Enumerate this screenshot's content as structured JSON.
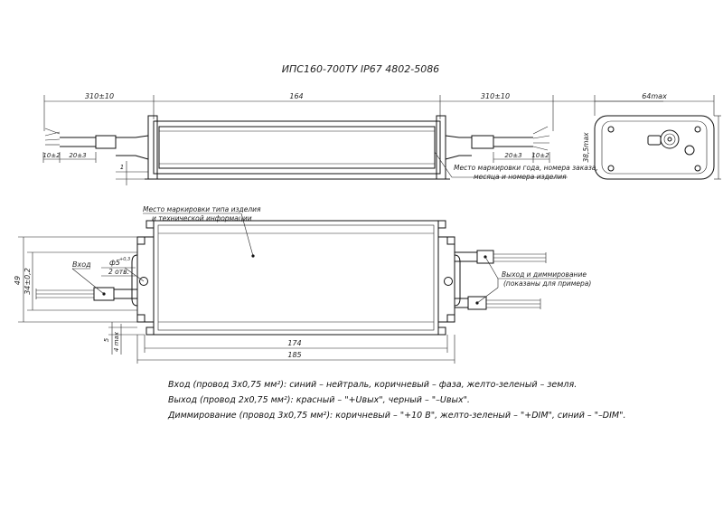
{
  "title": "ИПС160-700ТУ IP67 4802-5086",
  "top_view": {
    "dim_left": "310±10",
    "dim_body": "164",
    "dim_right": "310±10",
    "dim_wire_left_a": "10±2",
    "dim_wire_left_b": "20±3",
    "dim_wire_right_a": "20±3",
    "dim_wire_right_b": "10±2",
    "dim_flange": "1",
    "marking_note_line1": "Место маркировки года, номера заказа,",
    "marking_note_line2": "месяца и номера изделия"
  },
  "end_view": {
    "dim_width": "64max",
    "dim_height": "38,5max"
  },
  "main_view": {
    "label_marking_line1": "Место маркировки типа изделия",
    "label_marking_line2": "и технической информации",
    "label_input": "Вход",
    "label_hole": "ф5",
    "label_hole_tol": "+0,3",
    "label_holes_count": "2 отв.",
    "label_output_line1": "Выход и диммирование",
    "label_output_line2": "(показаны для примера)",
    "dim_height_outer": "49",
    "dim_height_inner": "34±0,2",
    "dim_slot_a": "5",
    "dim_slot_b": "4 max",
    "dim_length_inner": "174",
    "dim_length_outer": "185"
  },
  "notes": {
    "line1": "Вход (провод 3х0,75 мм²): синий – нейтраль, коричневый – фаза, желто-зеленый – земля.",
    "line2": "Выход (провод 2х0,75 мм²): красный – \"+Uвых\", черный – \"–Uвых\".",
    "line3": "Диммирование (провод 3х0,75 мм²): коричневый – \"+10 В\", желто-зеленый – \"+DIM\", синий – \"–DIM\"."
  }
}
